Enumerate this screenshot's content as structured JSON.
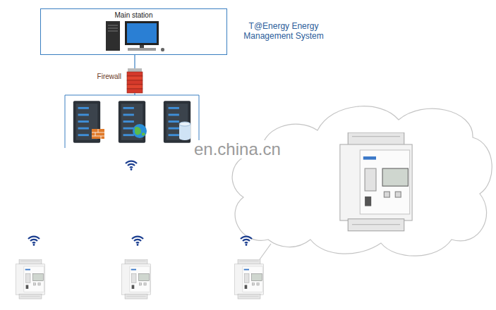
{
  "diagram": {
    "nodes": [
      {
        "text": [
          "Main station"
        ]
      },
      {
        "text": [
          "Firewall"
        ]
      }
    ],
    "edges": [
      {
        "from": 0,
        "to": 1,
        "arrow": "none"
      }
    ],
    "labels": [
      "T@Energy Energy Management System",
      "en.china.cn"
    ]
  }
}
